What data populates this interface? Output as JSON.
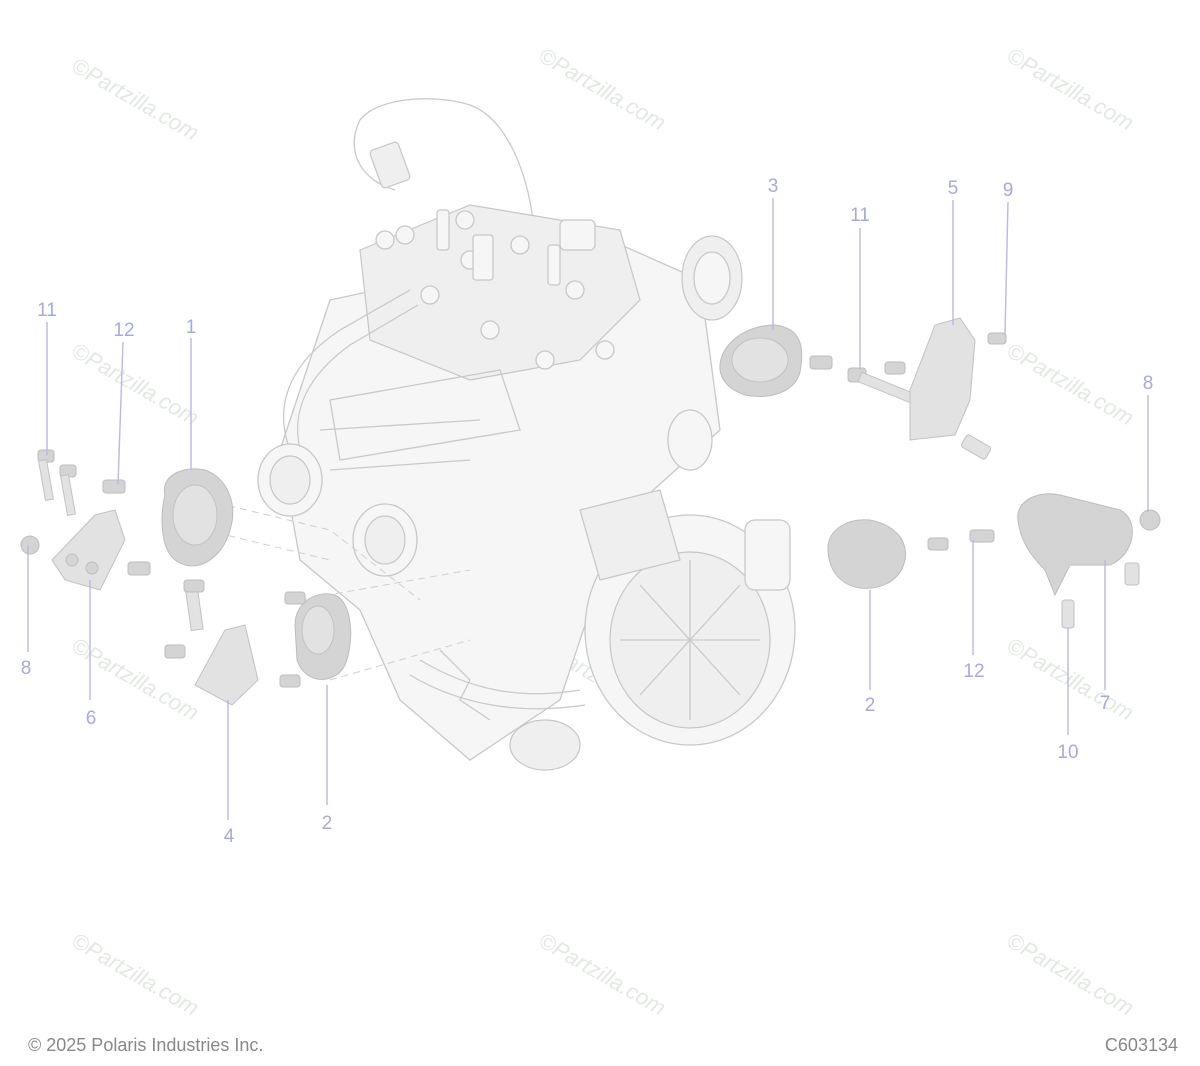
{
  "watermark_text": "©Partzilla.com",
  "callouts": [
    {
      "id": "c-11-left",
      "label": "11"
    },
    {
      "id": "c-12-left",
      "label": "12"
    },
    {
      "id": "c-1",
      "label": "1"
    },
    {
      "id": "c-8-left",
      "label": "8"
    },
    {
      "id": "c-6",
      "label": "6"
    },
    {
      "id": "c-4",
      "label": "4"
    },
    {
      "id": "c-2-left",
      "label": "2"
    },
    {
      "id": "c-3",
      "label": "3"
    },
    {
      "id": "c-11-right",
      "label": "11"
    },
    {
      "id": "c-5",
      "label": "5"
    },
    {
      "id": "c-9",
      "label": "9"
    },
    {
      "id": "c-8-right",
      "label": "8"
    },
    {
      "id": "c-2-right",
      "label": "2"
    },
    {
      "id": "c-12-right",
      "label": "12"
    },
    {
      "id": "c-7",
      "label": "7"
    },
    {
      "id": "c-10",
      "label": "10"
    }
  ],
  "footer": {
    "copyright": "© 2025 Polaris Industries Inc.",
    "diagram_code": "C603134"
  }
}
